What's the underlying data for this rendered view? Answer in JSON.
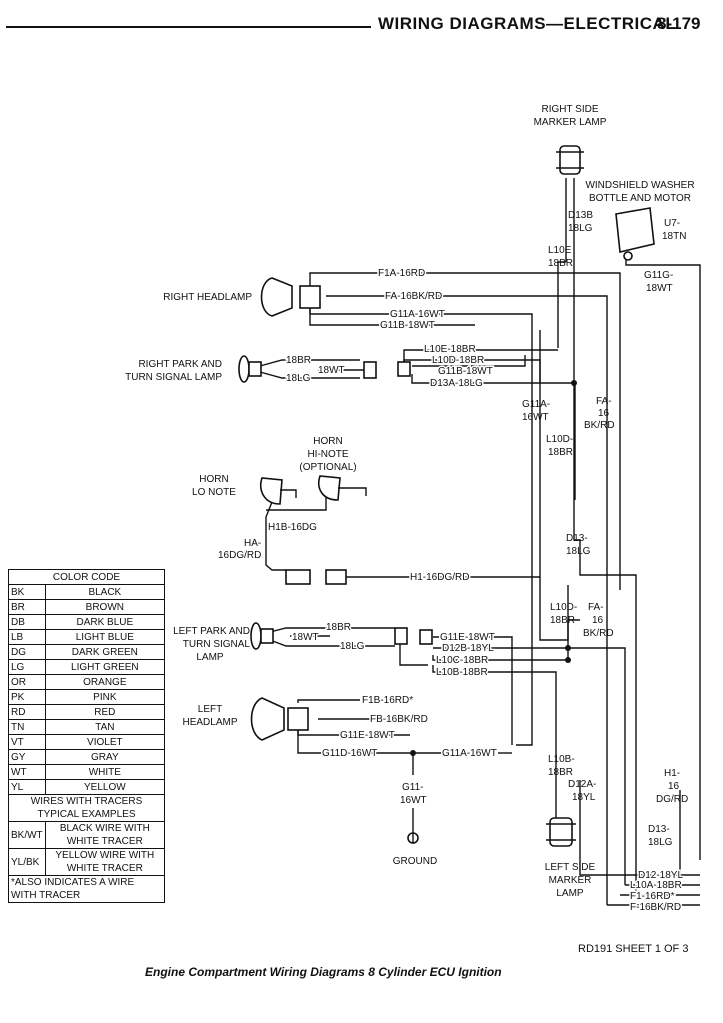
{
  "header": {
    "title": "WIRING DIAGRAMS—ELECTRICAL",
    "page": "8-179"
  },
  "components": {
    "right_side_marker_lamp": [
      "RIGHT SIDE",
      "MARKER LAMP"
    ],
    "washer": [
      "WINDSHIELD WASHER",
      "BOTTLE AND MOTOR"
    ],
    "right_headlamp": "RIGHT HEADLAMP",
    "right_park": [
      "RIGHT PARK AND",
      "TURN SIGNAL LAMP"
    ],
    "horn_hi": [
      "HORN",
      "HI-NOTE",
      "(OPTIONAL)"
    ],
    "horn_lo": [
      "HORN",
      "LO NOTE"
    ],
    "left_park": [
      "LEFT PARK AND",
      "TURN SIGNAL",
      "LAMP"
    ],
    "left_headlamp": [
      "LEFT",
      "HEADLAMP"
    ],
    "ground": "GROUND",
    "left_side_marker_lamp": [
      "LEFT SIDE",
      "MARKER",
      "LAMP"
    ]
  },
  "wires": {
    "d13b": [
      "D13B",
      "18LG"
    ],
    "u7": [
      "U7-",
      "18TN"
    ],
    "l10e_top": [
      "L10E",
      "18BR"
    ],
    "g11g": [
      "G11G-",
      "18WT"
    ],
    "f1a": "F1A-16RD",
    "fa": "FA-16BK/RD",
    "g11a_rh": "G11A-16WT",
    "g11b": "G11B-18WT",
    "l10e": "L10E-18BR",
    "l10d_rh": "L10D-18BR",
    "g11b_2": "G11B-18WT",
    "d13a": "D13A-18LG",
    "rp_br": "18BR",
    "rp_wt": "18WT",
    "rp_lg": "18LG",
    "g11a_v": [
      "G11A-",
      "16WT"
    ],
    "fa_v": [
      "FA-",
      "16",
      "BK/RD"
    ],
    "l10d_v": [
      "L10D-",
      "18BR"
    ],
    "h1b": "H1B-16DG",
    "ha": [
      "HA-",
      "16DG/RD"
    ],
    "d13_v": [
      "D13-",
      "18LG"
    ],
    "h1": "H1-16DG/RD",
    "l10d_v2": [
      "L10D-",
      "18BR"
    ],
    "fa_v2": [
      "FA-",
      "16",
      "BK/RD"
    ],
    "lp_br": "18BR",
    "lp_wt": "18WT",
    "lp_lg": "18LG",
    "g11e": "G11E-18WT",
    "d12b": "D12B-18YL",
    "l10c": "L10C-18BR",
    "l10b": "L10B-18BR",
    "f1b": "F1B-16RD*",
    "fb": "FB-16BK/RD",
    "g11e_2": "G11E-18WT",
    "g11d": "G11D-16WT",
    "g11a_lh": "G11A-16WT",
    "g11_v": [
      "G11-",
      "16WT"
    ],
    "l10b_v": [
      "L10B-",
      "18BR"
    ],
    "d12a": [
      "D12A-",
      "18YL"
    ],
    "h1_v": [
      "H1-",
      "16",
      "DG/RD"
    ],
    "d13_v2": [
      "D13-",
      "18LG"
    ],
    "d12": "D12-18YL",
    "l10a": "L10A-18BR",
    "f1": "F1-16RD*",
    "f": "F-16BK/RD"
  },
  "color_code": {
    "title": "COLOR CODE",
    "rows": [
      [
        "BK",
        "BLACK"
      ],
      [
        "BR",
        "BROWN"
      ],
      [
        "DB",
        "DARK BLUE"
      ],
      [
        "LB",
        "LIGHT BLUE"
      ],
      [
        "DG",
        "DARK GREEN"
      ],
      [
        "LG",
        "LIGHT GREEN"
      ],
      [
        "OR",
        "ORANGE"
      ],
      [
        "PK",
        "PINK"
      ],
      [
        "RD",
        "RED"
      ],
      [
        "TN",
        "TAN"
      ],
      [
        "VT",
        "VIOLET"
      ],
      [
        "GY",
        "GRAY"
      ],
      [
        "WT",
        "WHITE"
      ],
      [
        "YL",
        "YELLOW"
      ]
    ],
    "tracer_title": "WIRES WITH TRACERS TYPICAL EXAMPLES",
    "examples": [
      [
        "BK/WT",
        "BLACK WIRE WITH WHITE TRACER"
      ],
      [
        "YL/BK",
        "YELLOW WIRE WITH WHITE TRACER"
      ]
    ],
    "note": "*ALSO INDICATES A WIRE WITH TRACER"
  },
  "footer": {
    "sheet": "RD191 SHEET 1 OF 3",
    "caption": "Engine Compartment Wiring Diagrams 8 Cylinder ECU Ignition"
  }
}
